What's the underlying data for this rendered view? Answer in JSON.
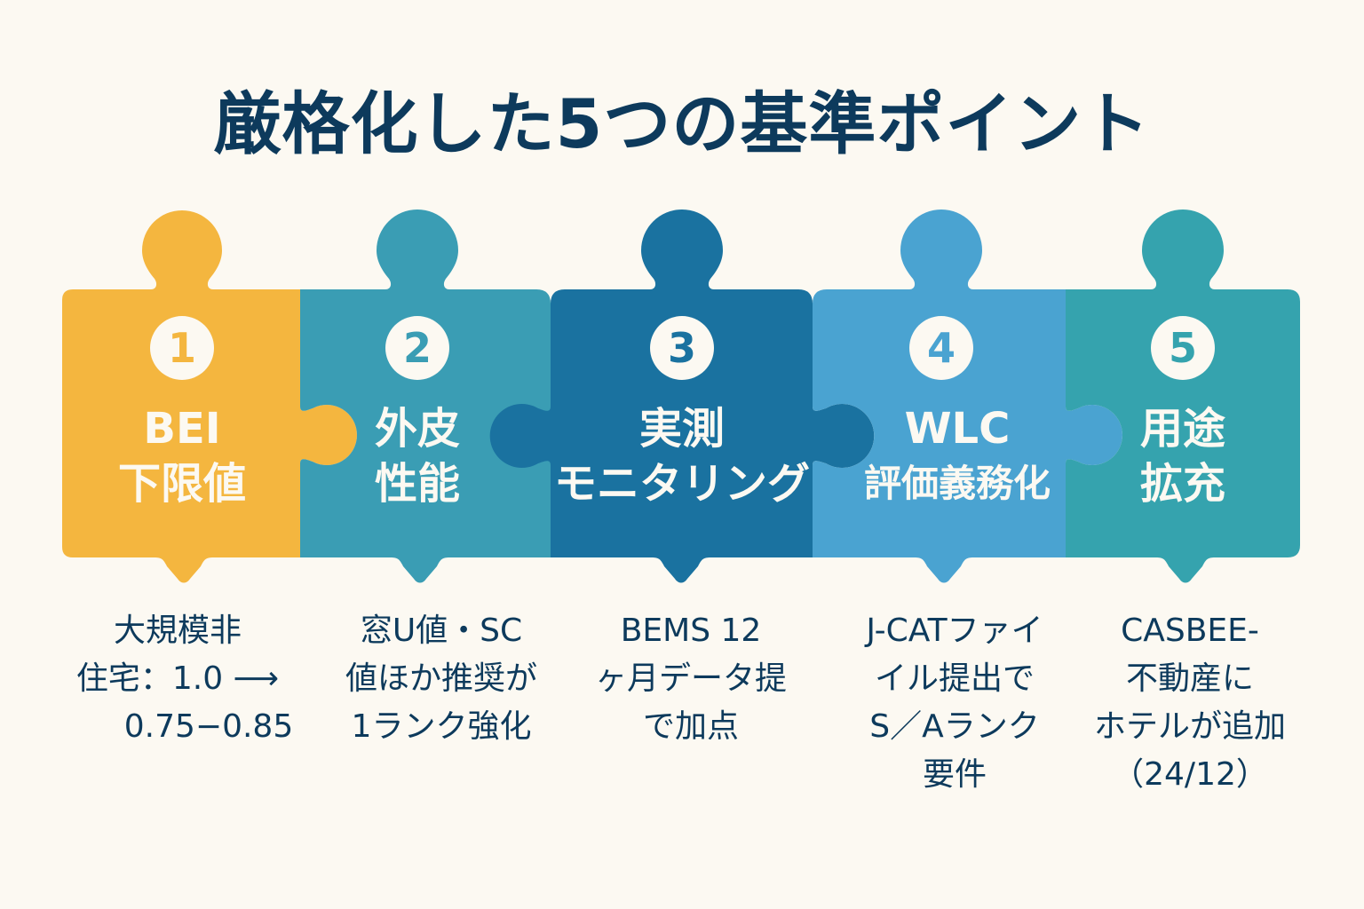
{
  "title": "厳格化した5つの基準ポイント",
  "colors": {
    "background": "#fcf9f2",
    "title": "#0d3a5c",
    "piece1": "#f4b63f",
    "piece2": "#3a9db4",
    "piece3": "#1a72a0",
    "piece4": "#4aa3d1",
    "piece5": "#35a3ae"
  },
  "points": [
    {
      "number": "1",
      "label_line1": "BEI",
      "label_line2": "下限値",
      "description": [
        "大規模非",
        "住宅：1.0 ⟶",
        "0.75−0.85"
      ]
    },
    {
      "number": "2",
      "label_line1": "外皮",
      "label_line2": "性能",
      "description": [
        "窓U値・SC",
        "値ほか推奨が",
        "1ランク強化"
      ]
    },
    {
      "number": "3",
      "label_line1": "実測",
      "label_line2": "モニタリング",
      "description": [
        "BEMS 12",
        "ヶ月データ提",
        "で加点"
      ]
    },
    {
      "number": "4",
      "label_line1": "WLC",
      "label_line2": "評価義務化",
      "description": [
        "J-CATファイ",
        "イル提出で",
        "S／Aランク",
        "要件"
      ]
    },
    {
      "number": "5",
      "label_line1": "用途",
      "label_line2": "拡充",
      "description": [
        "CASBEE-",
        "不動産に",
        "ホテルが追加",
        "（24/12）"
      ]
    }
  ]
}
